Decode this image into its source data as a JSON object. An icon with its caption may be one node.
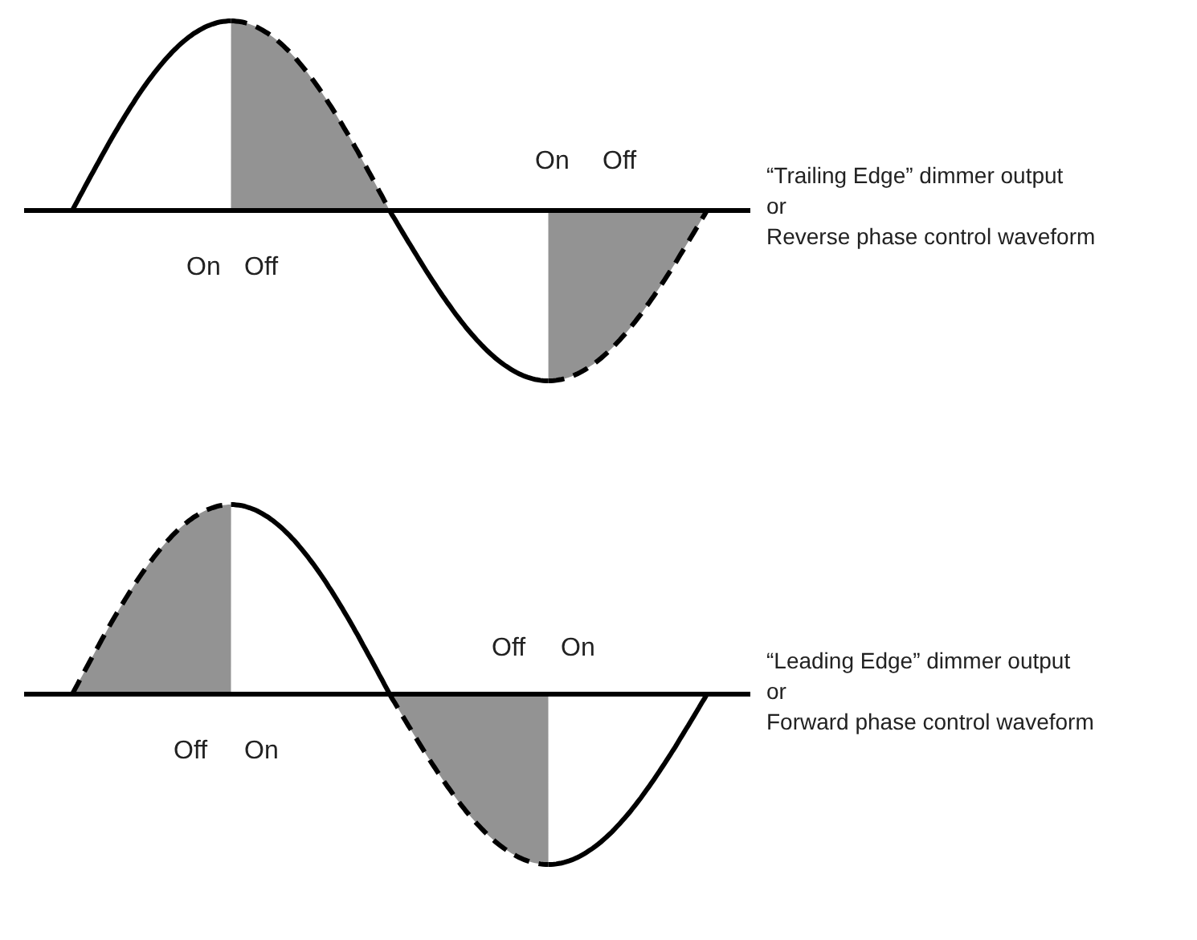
{
  "diagram": {
    "labels": [
      "On",
      "Off",
      "“Trailing Edge” dimmer output",
      "or",
      "Reverse phase control waveform",
      "On",
      "Off",
      "Off",
      "On",
      "“Leading Edge” dimmer output",
      "or",
      "Forward phase control waveform",
      "Off",
      "On"
    ]
  }
}
